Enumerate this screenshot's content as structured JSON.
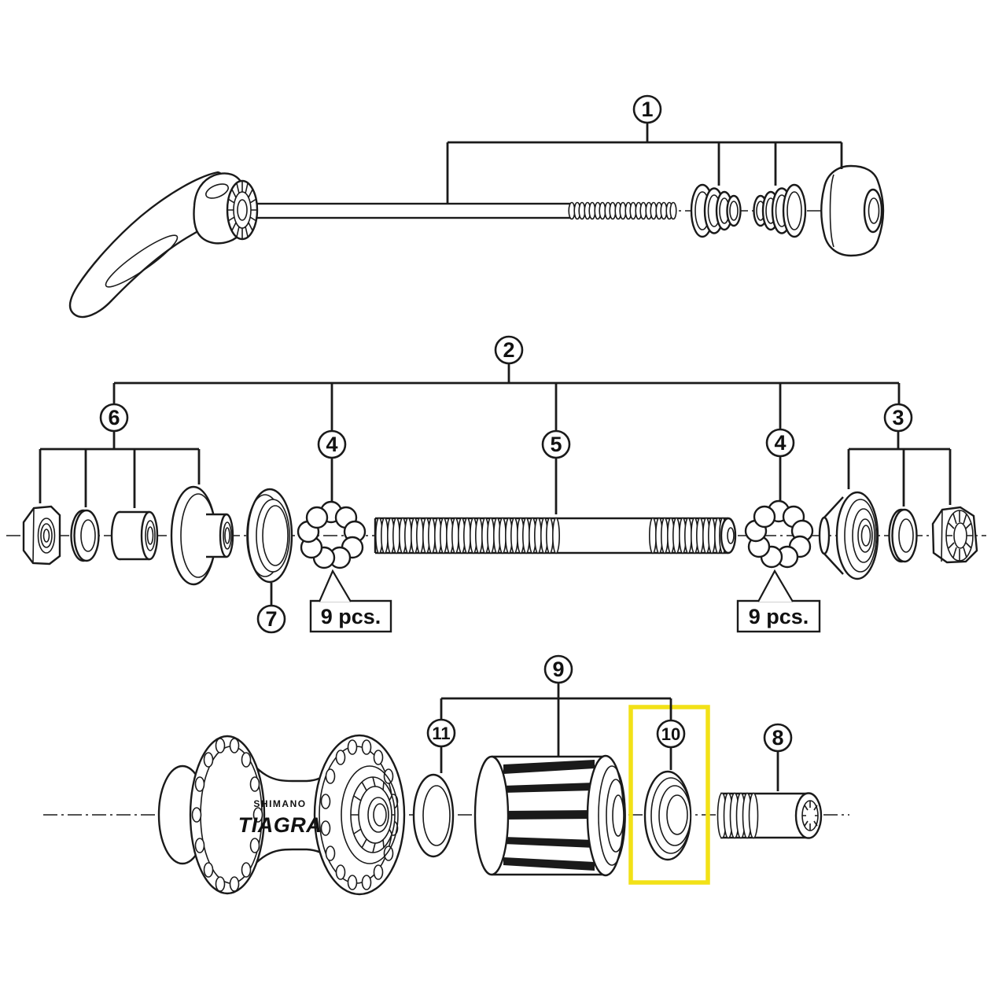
{
  "figure": {
    "callouts": {
      "c1": "1",
      "c2": "2",
      "c3": "3",
      "c4": "4",
      "c5": "5",
      "c6": "6",
      "c7": "7",
      "c8": "8",
      "c9": "9",
      "c10": "10",
      "c11": "11"
    },
    "quantity_labels": {
      "left": "9 pcs.",
      "right": "9 pcs."
    },
    "hub_text": {
      "brand": "SHIMANO",
      "model": "TIAGRA"
    },
    "highlight_color": "#f2e117"
  }
}
